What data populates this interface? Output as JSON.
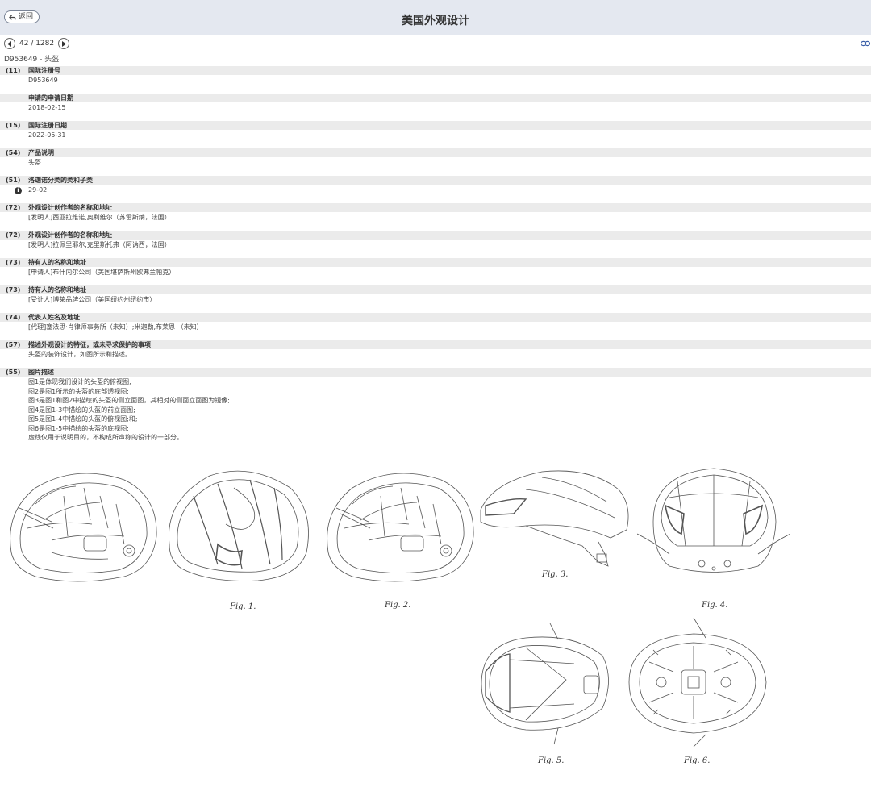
{
  "header": {
    "back_label": "返回",
    "title": "美国外观设计"
  },
  "pager": {
    "text": "42 / 1282"
  },
  "record": {
    "subtitle": "D953649 - 头盔"
  },
  "fields": [
    {
      "code": "(11)",
      "label": "国际注册号",
      "values": [
        "D953649"
      ]
    },
    {
      "code": "",
      "label": "申请的申请日期",
      "values": [
        "2018-02-15"
      ]
    },
    {
      "code": "(15)",
      "label": "国际注册日期",
      "values": [
        "2022-05-31"
      ]
    },
    {
      "code": "(54)",
      "label": "产品说明",
      "values": [
        "头盔"
      ]
    },
    {
      "code": "(51)",
      "label": "洛迦诺分类的类和子类",
      "values": [
        "29-02"
      ]
    },
    {
      "code": "(72)",
      "label": "外观设计创作者的名称和地址",
      "values": [
        "[发明人]西亚拉维诺,奥利维尔（苏雷斯纳，法国）"
      ]
    },
    {
      "code": "(72)",
      "label": "外观设计创作者的名称和地址",
      "values": [
        "[发明人]拉佩里耶尔,克里斯托弗（阿讷西，法国）"
      ]
    },
    {
      "code": "(73)",
      "label": "持有人的名称和地址",
      "values": [
        "[申请人]布什内尔公司（美国堪萨斯州欧弗兰帕克）"
      ]
    },
    {
      "code": "(73)",
      "label": "持有人的名称和地址",
      "values": [
        "[受让人]博莱品牌公司（美国纽约州纽约市）"
      ]
    },
    {
      "code": "(74)",
      "label": "代表人姓名及地址",
      "values": [
        "[代理]塞法思·肖律师事务所（未知）;米迦勒,布莱恩 （未知）"
      ]
    },
    {
      "code": "(57)",
      "label": "描述外观设计的特征，或未寻求保护的事项",
      "values": [
        "头盔的装饰设计，如图所示和描述。"
      ]
    },
    {
      "code": "(55)",
      "label": "图片描述",
      "values": [
        "图1是体现我们设计的头盔的俯视图;",
        "图2是图1所示的头盔的底部透视图;",
        "图3是图1和图2中描绘的头盔的侧立面图，其相对的侧面立面图为镜像;",
        "图4是图1-3中描绘的头盔的前立面图;",
        "图5是图1-4中描绘的头盔的俯视图;和;",
        "图6是图1-5中描绘的头盔的底视图;",
        "虚线仅用于说明目的，不构成所声称的设计的一部分。"
      ]
    }
  ],
  "figures": {
    "captions": [
      "Fig. 1.",
      "Fig. 2.",
      "Fig. 3.",
      "Fig. 4.",
      "Fig. 5.",
      "Fig. 6."
    ]
  },
  "icons": {
    "back": "back-arrow-icon",
    "prev": "chevron-left-icon",
    "next": "chevron-right-icon",
    "link": "link-icon",
    "info": "info-icon"
  },
  "colors": {
    "header_bg": "#e4e8f0",
    "field_head_bg": "#ebebeb",
    "link": "#3b5fa8"
  }
}
